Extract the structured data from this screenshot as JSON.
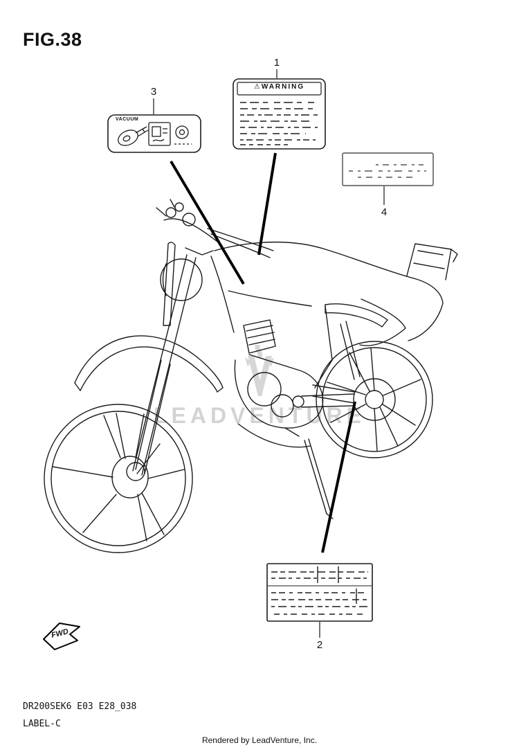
{
  "figure": {
    "title": "FIG.38"
  },
  "callouts": {
    "c1": "1",
    "c2": "2",
    "c3": "3",
    "c4": "4"
  },
  "labels": {
    "warning": {
      "title": "WARNING"
    },
    "vacuum": {
      "title": "VACUUM"
    }
  },
  "icons": {
    "warning_triangle": "⚠"
  },
  "fwd": {
    "label": "FWD"
  },
  "watermark": {
    "text": "LEADVENTURE"
  },
  "footer": {
    "code": "DR200SEK6 E03 E28_038",
    "name": "LABEL-C",
    "rendered_by": "Rendered by LeadVenture, Inc."
  }
}
